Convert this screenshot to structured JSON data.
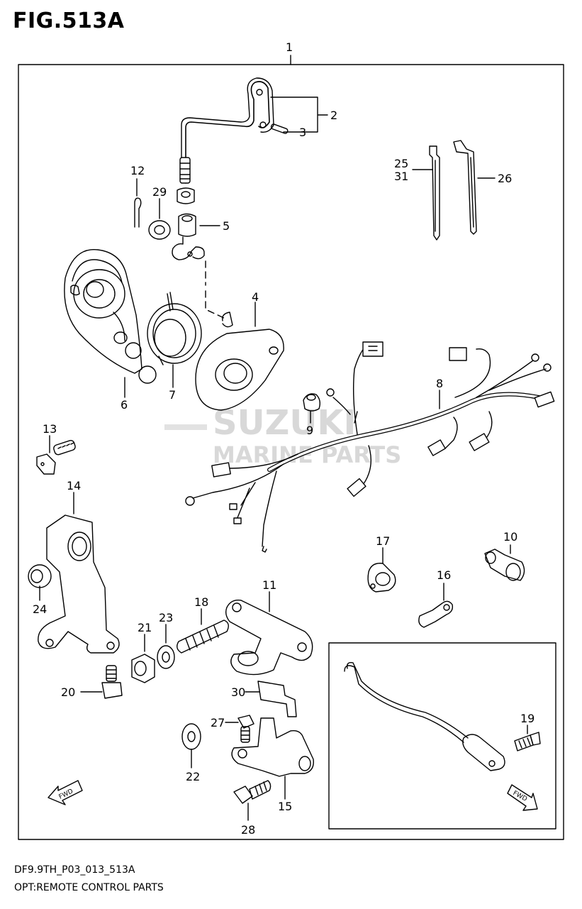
{
  "figure": {
    "title": "FIG.513A",
    "code": "DF9.9TH_P03_013_513A",
    "description": "OPT:REMOTE CONTROL PARTS"
  },
  "watermark": {
    "line1": "SUZUKI",
    "line2": "MARINE PARTS"
  },
  "arrows": {
    "fwd_left": "FWD",
    "fwd_right": "FWD"
  },
  "callouts": {
    "c1": "1",
    "c2": "2",
    "c3": "3",
    "c4": "4",
    "c5": "5",
    "c6": "6",
    "c7": "7",
    "c8": "8",
    "c9": "9",
    "c10": "10",
    "c11": "11",
    "c12": "12",
    "c13": "13",
    "c14": "14",
    "c15": "15",
    "c16": "16",
    "c17": "17",
    "c18": "18",
    "c19": "19",
    "c20": "20",
    "c21": "21",
    "c22": "22",
    "c23": "23",
    "c24": "24",
    "c25": "25",
    "c26": "26",
    "c27": "27",
    "c28": "28",
    "c29": "29",
    "c30": "30",
    "c31": "31"
  }
}
